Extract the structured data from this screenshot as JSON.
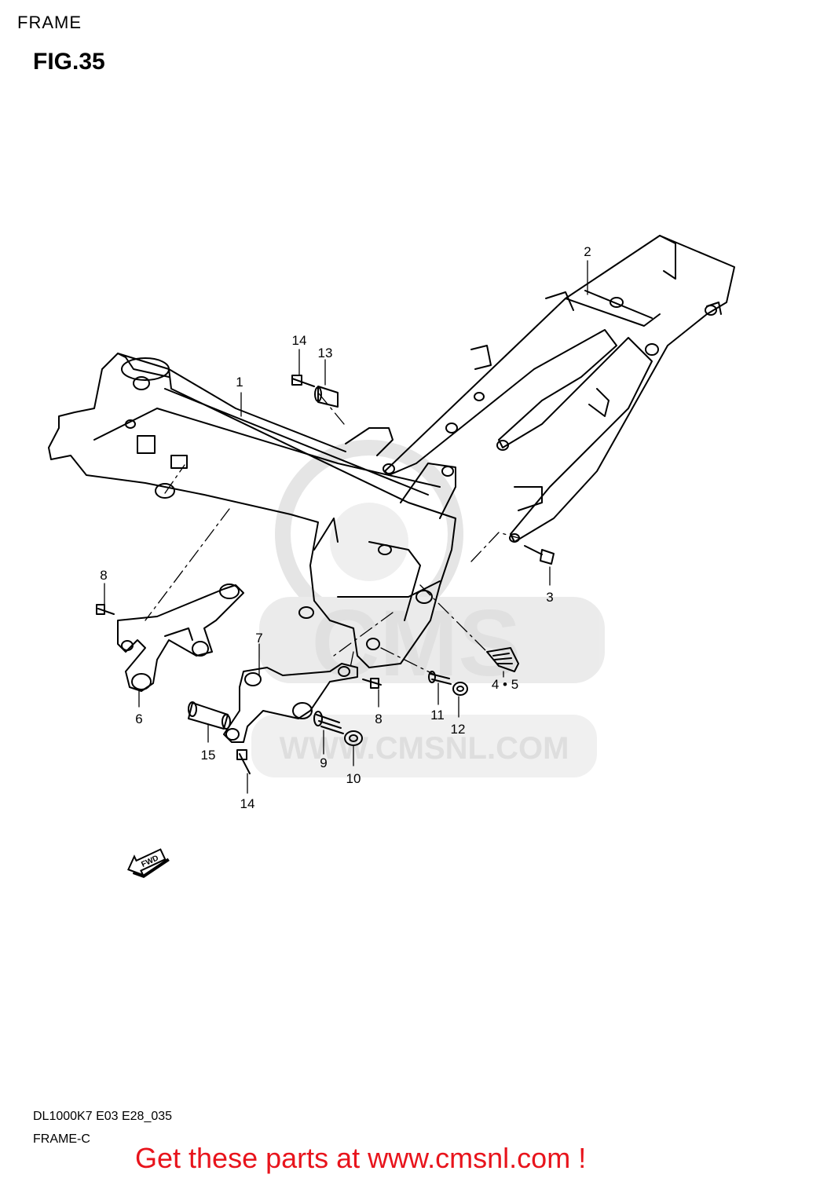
{
  "header": {
    "section": "FRAME",
    "figure": "FIG.35"
  },
  "callouts": [
    "1",
    "2",
    "3",
    "4 • 5",
    "6",
    "7",
    "8",
    "8",
    "9",
    "10",
    "11",
    "12",
    "13",
    "14",
    "14",
    "15"
  ],
  "watermark": {
    "logo": "CMS",
    "url": "WWW.CMSNL.COM"
  },
  "direction_badge": "FWD",
  "footer": {
    "code": "DL1000K7 E03 E28_035",
    "subtitle": "FRAME-C",
    "promo": "Get these parts at www.cmsnl.com !"
  },
  "colors": {
    "promo": "#e8141c",
    "watermark": "#d8d8d8",
    "line": "#000000"
  }
}
